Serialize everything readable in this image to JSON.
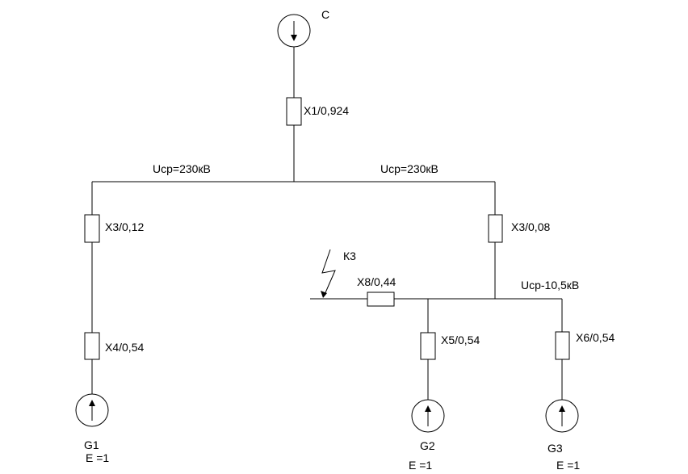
{
  "colors": {
    "line": "#000000",
    "background": "#ffffff"
  },
  "source": {
    "label": "C",
    "icon": "arrow-down-icon"
  },
  "x1": {
    "label": "X1/0,924"
  },
  "bus_230_left": {
    "label": "Ucp=230кВ"
  },
  "bus_230_right": {
    "label": "Ucp=230кВ"
  },
  "x3_left": {
    "label": "X3/0,12"
  },
  "x3_right": {
    "label": "X3/0,08"
  },
  "x4": {
    "label": "X4/0,54"
  },
  "fault": {
    "label": "К3",
    "icon": "lightning-icon"
  },
  "x8": {
    "label": "X8/0,44"
  },
  "bus_10": {
    "label": "Ucp-10,5кВ"
  },
  "x5": {
    "label": "X5/0,54"
  },
  "x6": {
    "label": "X6/0,54"
  },
  "g1": {
    "label": "G1",
    "emf": "E =1",
    "icon": "arrow-up-icon"
  },
  "g2": {
    "label": "G2",
    "emf": "E =1",
    "icon": "arrow-up-icon"
  },
  "g3": {
    "label": "G3",
    "emf": "E =1",
    "icon": "arrow-up-icon"
  }
}
